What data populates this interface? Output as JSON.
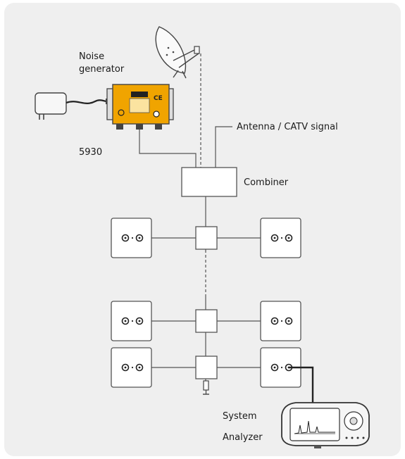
{
  "labels": {
    "noise_generator_line1": "Noise",
    "noise_generator_line2": "generator",
    "model_number": "5930",
    "antenna_signal": "Antenna / CATV signal",
    "combiner": "Combiner",
    "system_analyzer_line1": "System",
    "system_analyzer_line2": "Analyzer"
  },
  "device": {
    "ce_mark": "CE"
  },
  "colors": {
    "background": "#efefef",
    "line": "#555555",
    "noise_generator_body": "#f0a400",
    "cable": "#222222"
  },
  "icons": [
    "satellite-dish-icon",
    "power-adapter-icon",
    "noise-generator-icon",
    "wall-outlet-icon",
    "splitter-icon",
    "terminator-icon",
    "system-analyzer-icon"
  ]
}
